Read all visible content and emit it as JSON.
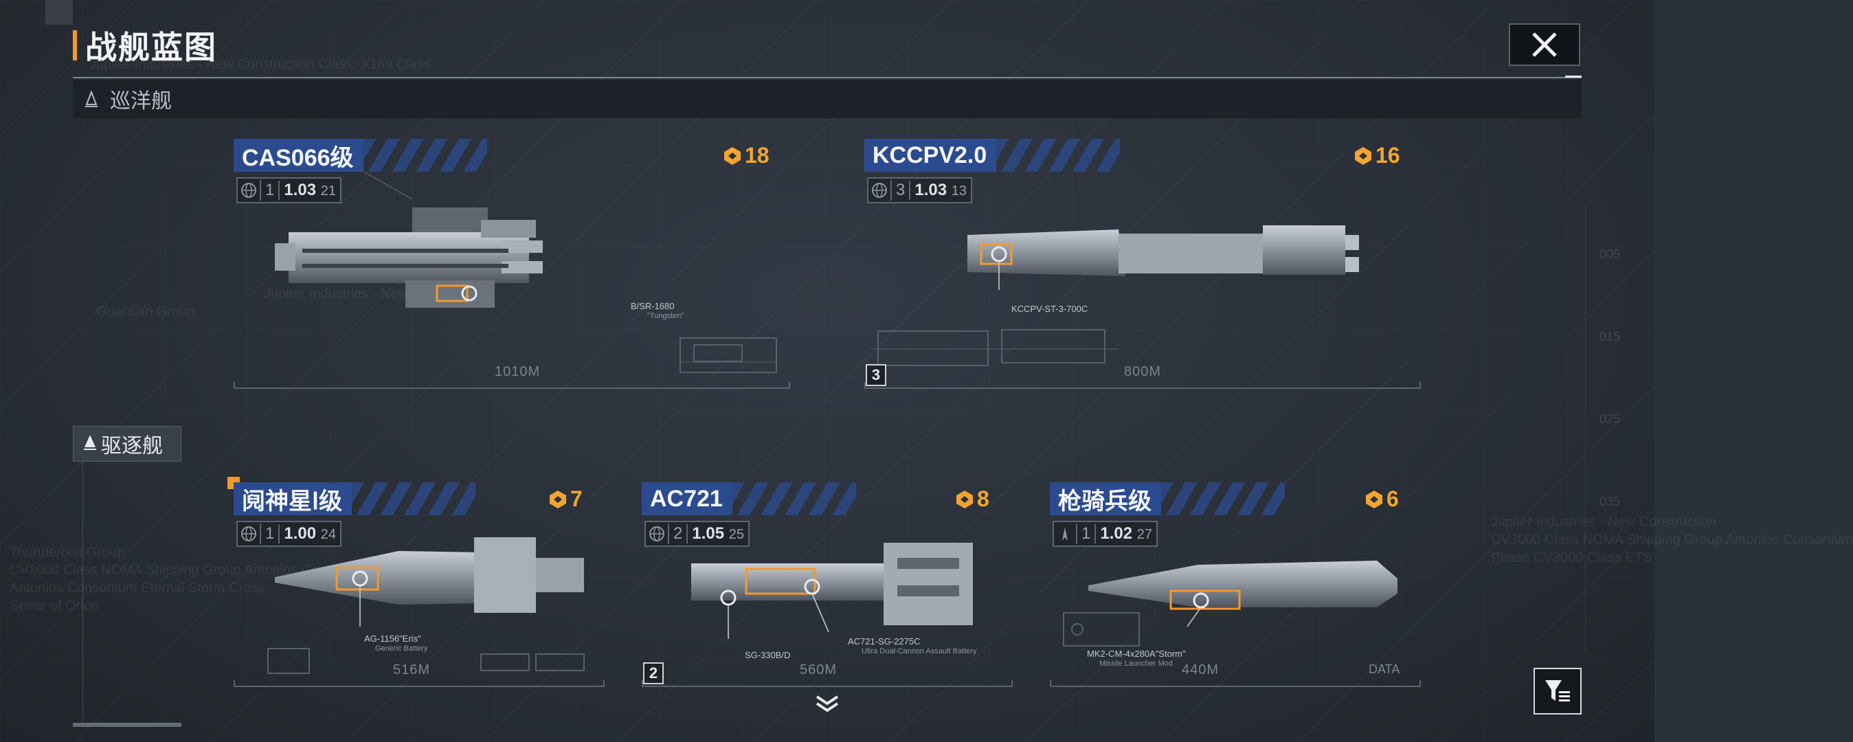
{
  "header": {
    "title": "战舰蓝图",
    "close_icon": "close-x-icon"
  },
  "sections": [
    {
      "label": "巡洋舰",
      "icon": "cruiser-class-icon"
    },
    {
      "label": "驱逐舰",
      "icon": "destroyer-class-icon"
    }
  ],
  "cards": [
    {
      "name": "CAS066级",
      "score": "18",
      "count": "1",
      "version": "1.03",
      "version_sub": "21",
      "callouts": [
        "B/SR-1680",
        "\"Tungsten\""
      ],
      "length": "1010M",
      "badge": ""
    },
    {
      "name": "KCCPV2.0",
      "score": "16",
      "count": "3",
      "version": "1.03",
      "version_sub": "13",
      "callouts": [
        "KCCPV-ST-3-700C"
      ],
      "length": "800M",
      "badge": "3"
    },
    {
      "name": "阋神星Ⅰ级",
      "score": "7",
      "count": "1",
      "version": "1.00",
      "version_sub": "24",
      "callouts": [
        "AG-1156\"Eris\"",
        "Generic Battery"
      ],
      "length": "516M",
      "badge": ""
    },
    {
      "name": "AC721",
      "score": "8",
      "count": "2",
      "version": "1.05",
      "version_sub": "25",
      "callouts": [
        "SG-330B/D",
        "AC721-SG-2275C",
        "Ultra Dual-Cannon Assault Battery"
      ],
      "length": "560M",
      "badge": "2"
    },
    {
      "name": "枪骑兵级",
      "score": "6",
      "count": "1",
      "version": "1.02",
      "version_sub": "27",
      "callouts": [
        "MK2-CM-4x280A\"Storm\"",
        "Missile Launcher Mod"
      ],
      "length": "440M",
      "badge": ""
    }
  ],
  "ghost_text": {
    "line1": "Jupiter Industries · New Construction Class: X169 Class",
    "line2": "Thunderbolt Group",
    "line3": "CV3000 Class NOMA Shipping Group Antonios Consortium",
    "line4": "Antonios Consortium Eternal Storm Cross",
    "line5": "Spear of Orion",
    "line6": "Jupiter Industries · New Construction",
    "line7": "Guardian Group",
    "line8": "Phase CV3000 Class ETS"
  },
  "ruler_labels": [
    "005",
    "015",
    "025",
    "035"
  ],
  "misc": {
    "data_label": "DATA",
    "scroll_icon": "chevron-double-down-icon",
    "filter_icon": "filter-list-icon"
  },
  "colors": {
    "accent_orange": "#f29a2e",
    "score_gold": "#f3a530",
    "name_blue": "#2c4b8e",
    "background": "#2b313a"
  }
}
